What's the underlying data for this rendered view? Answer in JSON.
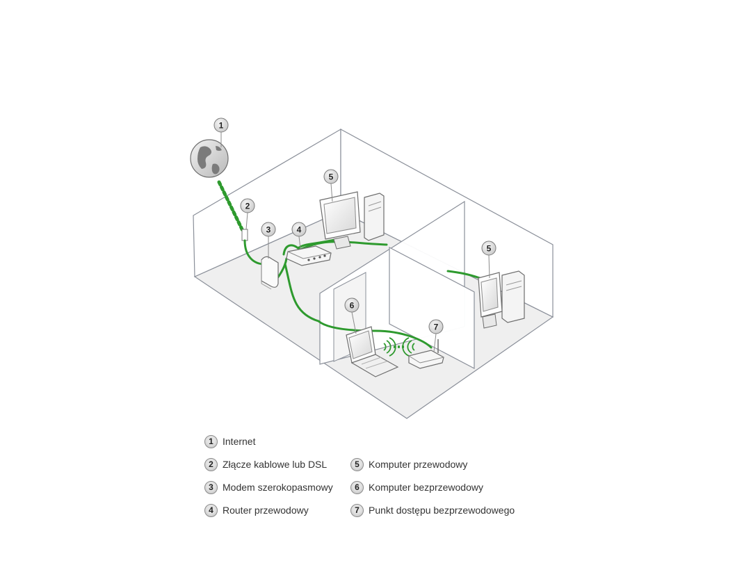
{
  "callouts": [
    "1",
    "2",
    "3",
    "4",
    "5",
    "5",
    "6",
    "7"
  ],
  "legend": {
    "items": [
      {
        "number": "1",
        "label": "Internet"
      },
      {
        "number": "2",
        "label": "Złącze kablowe lub DSL"
      },
      {
        "number": "3",
        "label": "Modem szerokopasmowy"
      },
      {
        "number": "4",
        "label": "Router przewodowy"
      },
      {
        "number": "5",
        "label": "Komputer przewodowy"
      },
      {
        "number": "6",
        "label": "Komputer bezprzewodowy"
      },
      {
        "number": "7",
        "label": "Punkt dostępu bezprzewodowego"
      }
    ]
  },
  "colors": {
    "cable": "#2e9a2e",
    "wall": "#ffffff",
    "floor": "#eeeeee",
    "outline": "#8a8f99"
  }
}
